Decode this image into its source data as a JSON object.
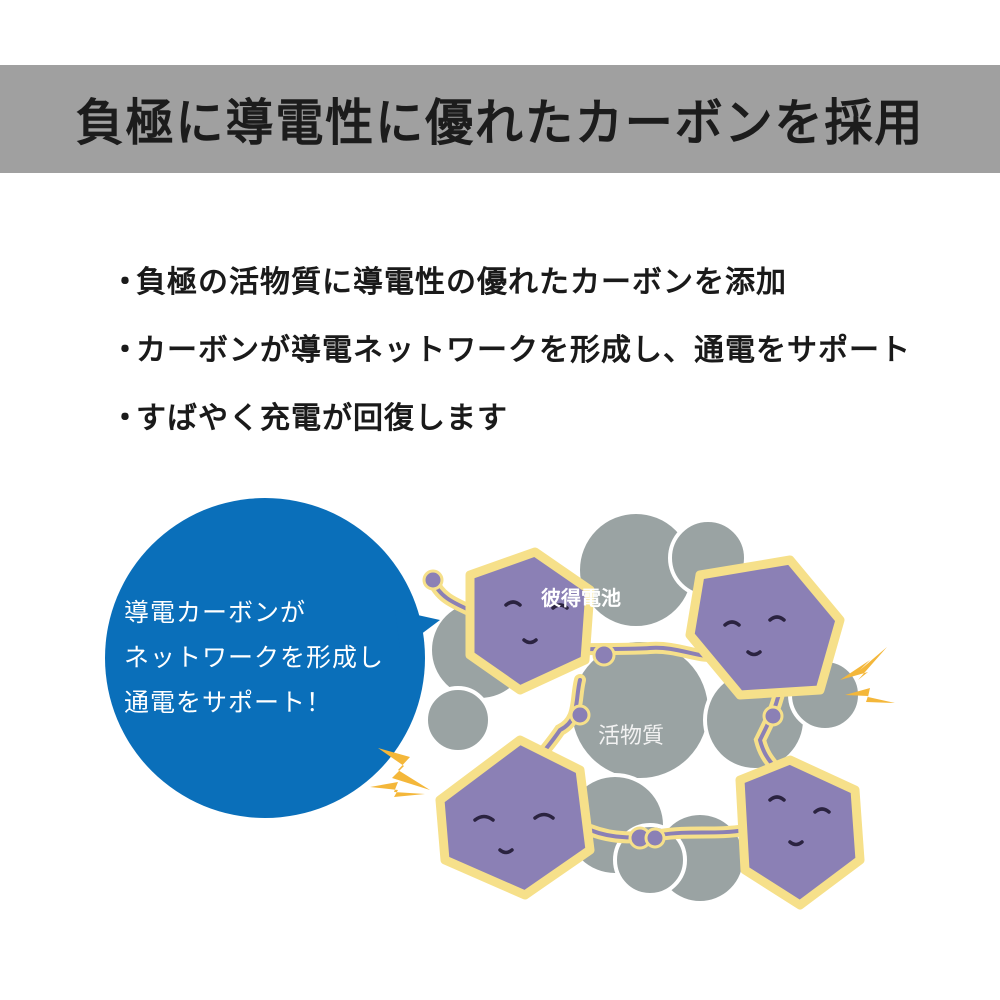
{
  "header": {
    "title": "負極に導電性に優れたカーボンを採用",
    "background": "#a0a0a0"
  },
  "bullets": {
    "marker": "・",
    "items": [
      "負極の活物質に導電性の優れたカーボンを添加",
      "カーボンが導電ネットワークを形成し、通電をサポート",
      "すばやく充電が回復します"
    ]
  },
  "illustration": {
    "speech_bubble": {
      "lines": [
        "導電カーボンが",
        "ネットワークを形成し",
        "通電をサポート！"
      ],
      "color": "#0a6fba"
    },
    "watermark_label": "彼得電池",
    "center_label": "活物質",
    "colors": {
      "carbon_hexagon": "#8b80b5",
      "hexagon_outline": "#f6e08a",
      "active_material_circle": "#9aa3a3",
      "spark": "#f4b73a",
      "face": "#2b2340"
    },
    "icons": [
      "lightning-spark-icon",
      "lightning-spark-icon"
    ]
  }
}
